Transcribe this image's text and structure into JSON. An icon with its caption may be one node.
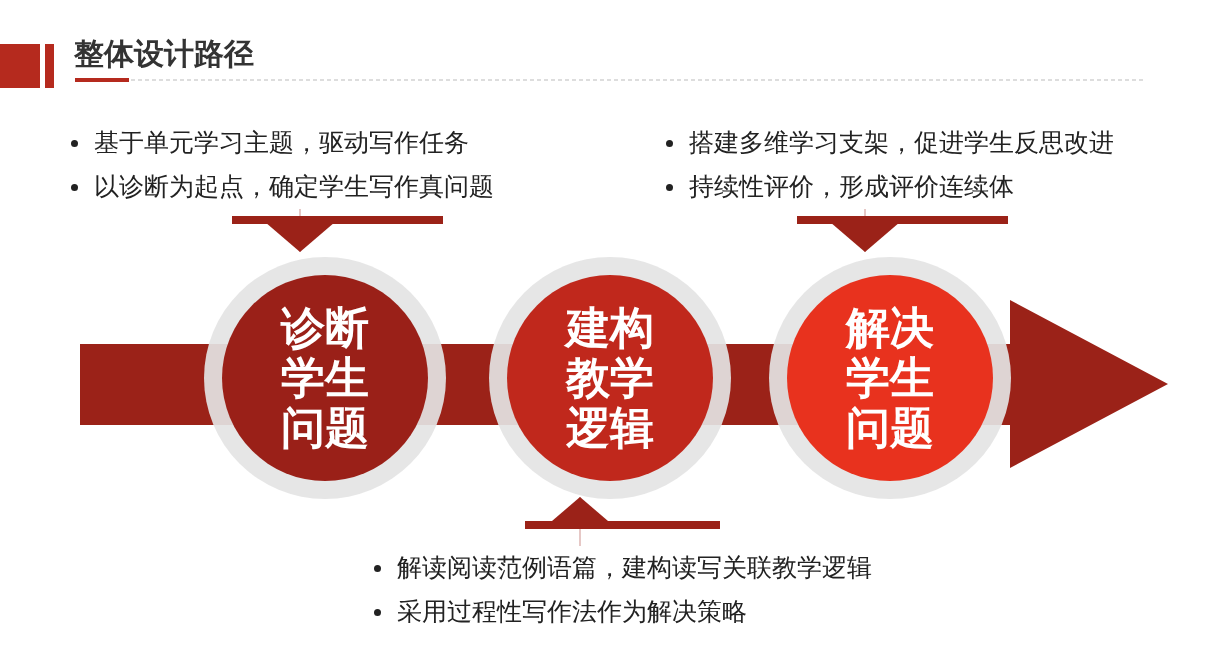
{
  "diagram": {
    "title": "整体设计路径",
    "nodes": [
      {
        "text": [
          "诊断学生问题"
        ]
      },
      {
        "text": [
          "建构教学逻辑"
        ]
      },
      {
        "text": [
          "解决学生问题"
        ]
      },
      {
        "text": [
          "基于单元学习主题，驱动写作任务",
          "以诊断为起点，确定学生写作真问题"
        ]
      },
      {
        "text": [
          "搭建多维学习支架，促进学生反思改进",
          "持续性评价，形成评价连续体"
        ]
      },
      {
        "text": [
          "解读阅读范例语篇，建构读写关联教学逻辑",
          "采用过程性写作法作为解决策略"
        ]
      }
    ],
    "edges": [
      {
        "from": 3,
        "to": 0,
        "arrow": "to"
      },
      {
        "from": 4,
        "to": 2,
        "arrow": "to"
      },
      {
        "from": 5,
        "to": 1,
        "arrow": "to"
      }
    ]
  }
}
